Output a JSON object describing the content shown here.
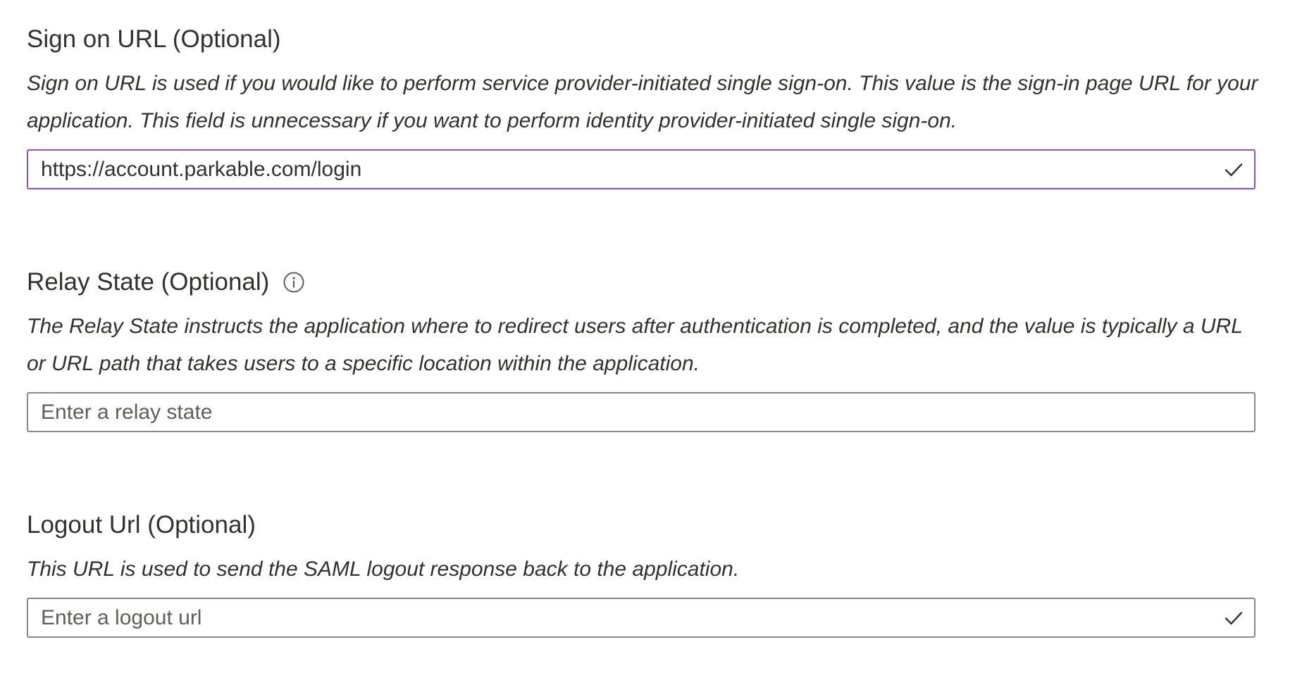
{
  "sign_on_url": {
    "label": "Sign on URL (Optional)",
    "description": "Sign on URL is used if you would like to perform service provider-initiated single sign-on. This value is the sign-in page URL for your application. This field is unnecessary if you want to perform identity provider-initiated single sign-on.",
    "value": "https://account.parkable.com/login",
    "valid_icon": "checkmark-icon"
  },
  "relay_state": {
    "label": "Relay State (Optional)",
    "info_icon": "info-icon",
    "description": "The Relay State instructs the application where to redirect users after authentication is completed, and the value is typically a URL or URL path that takes users to a specific location within the application.",
    "value": "",
    "placeholder": "Enter a relay state"
  },
  "logout_url": {
    "label": "Logout Url (Optional)",
    "description": "This URL is used to send the SAML logout response back to the application.",
    "value": "",
    "placeholder": "Enter a logout url",
    "valid_icon": "checkmark-icon"
  },
  "colors": {
    "focused_border": "#8d4fc2",
    "default_border": "#8a8886",
    "text": "#323130",
    "placeholder": "#605e5c"
  }
}
